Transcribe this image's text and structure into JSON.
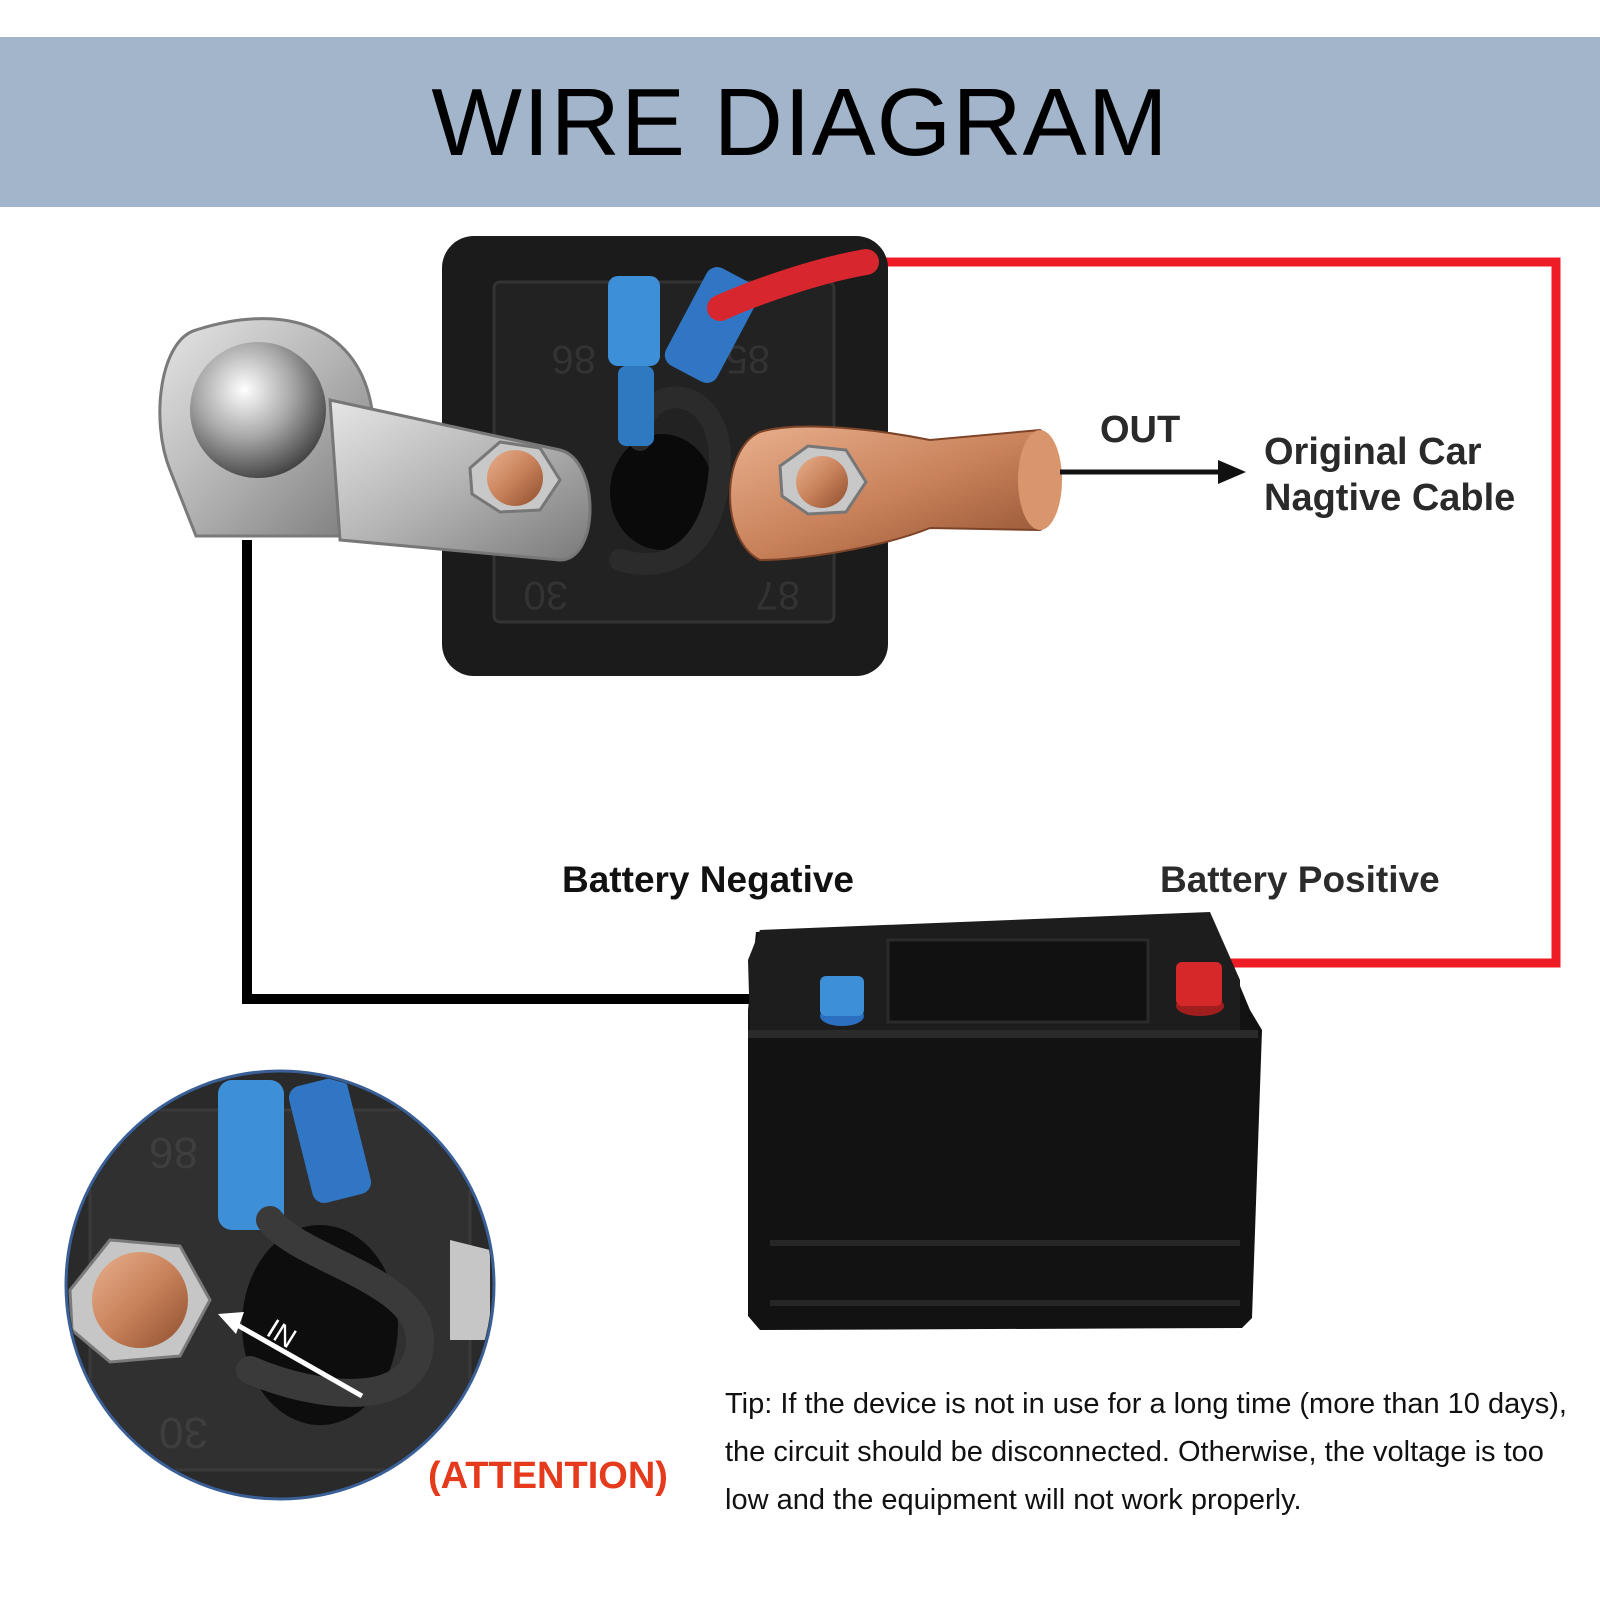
{
  "header": {
    "title": "WIRE DIAGRAM"
  },
  "labels": {
    "out": "OUT",
    "original_cable": "Original Car Nagtive Cable",
    "battery_negative": "Battery Negative",
    "battery_positive": "Battery Positive",
    "attention": "(ATTENTION)",
    "in": "IN"
  },
  "relay_markings": {
    "t86": "86",
    "t85": "85",
    "t30": "30",
    "t87": "87"
  },
  "tip": "Tip: If the device is not in use for a long time (more than 10 days), the circuit should be disconnected. Otherwise, the voltage is too low and the equipment will not work properly.",
  "colors": {
    "banner": "#a2b5cb",
    "wire_positive": "#ee1c24",
    "wire_negative": "#000000",
    "attention": "#e63a1c",
    "copper": "#c9825a",
    "terminal_blue": "#3d8fd8"
  }
}
